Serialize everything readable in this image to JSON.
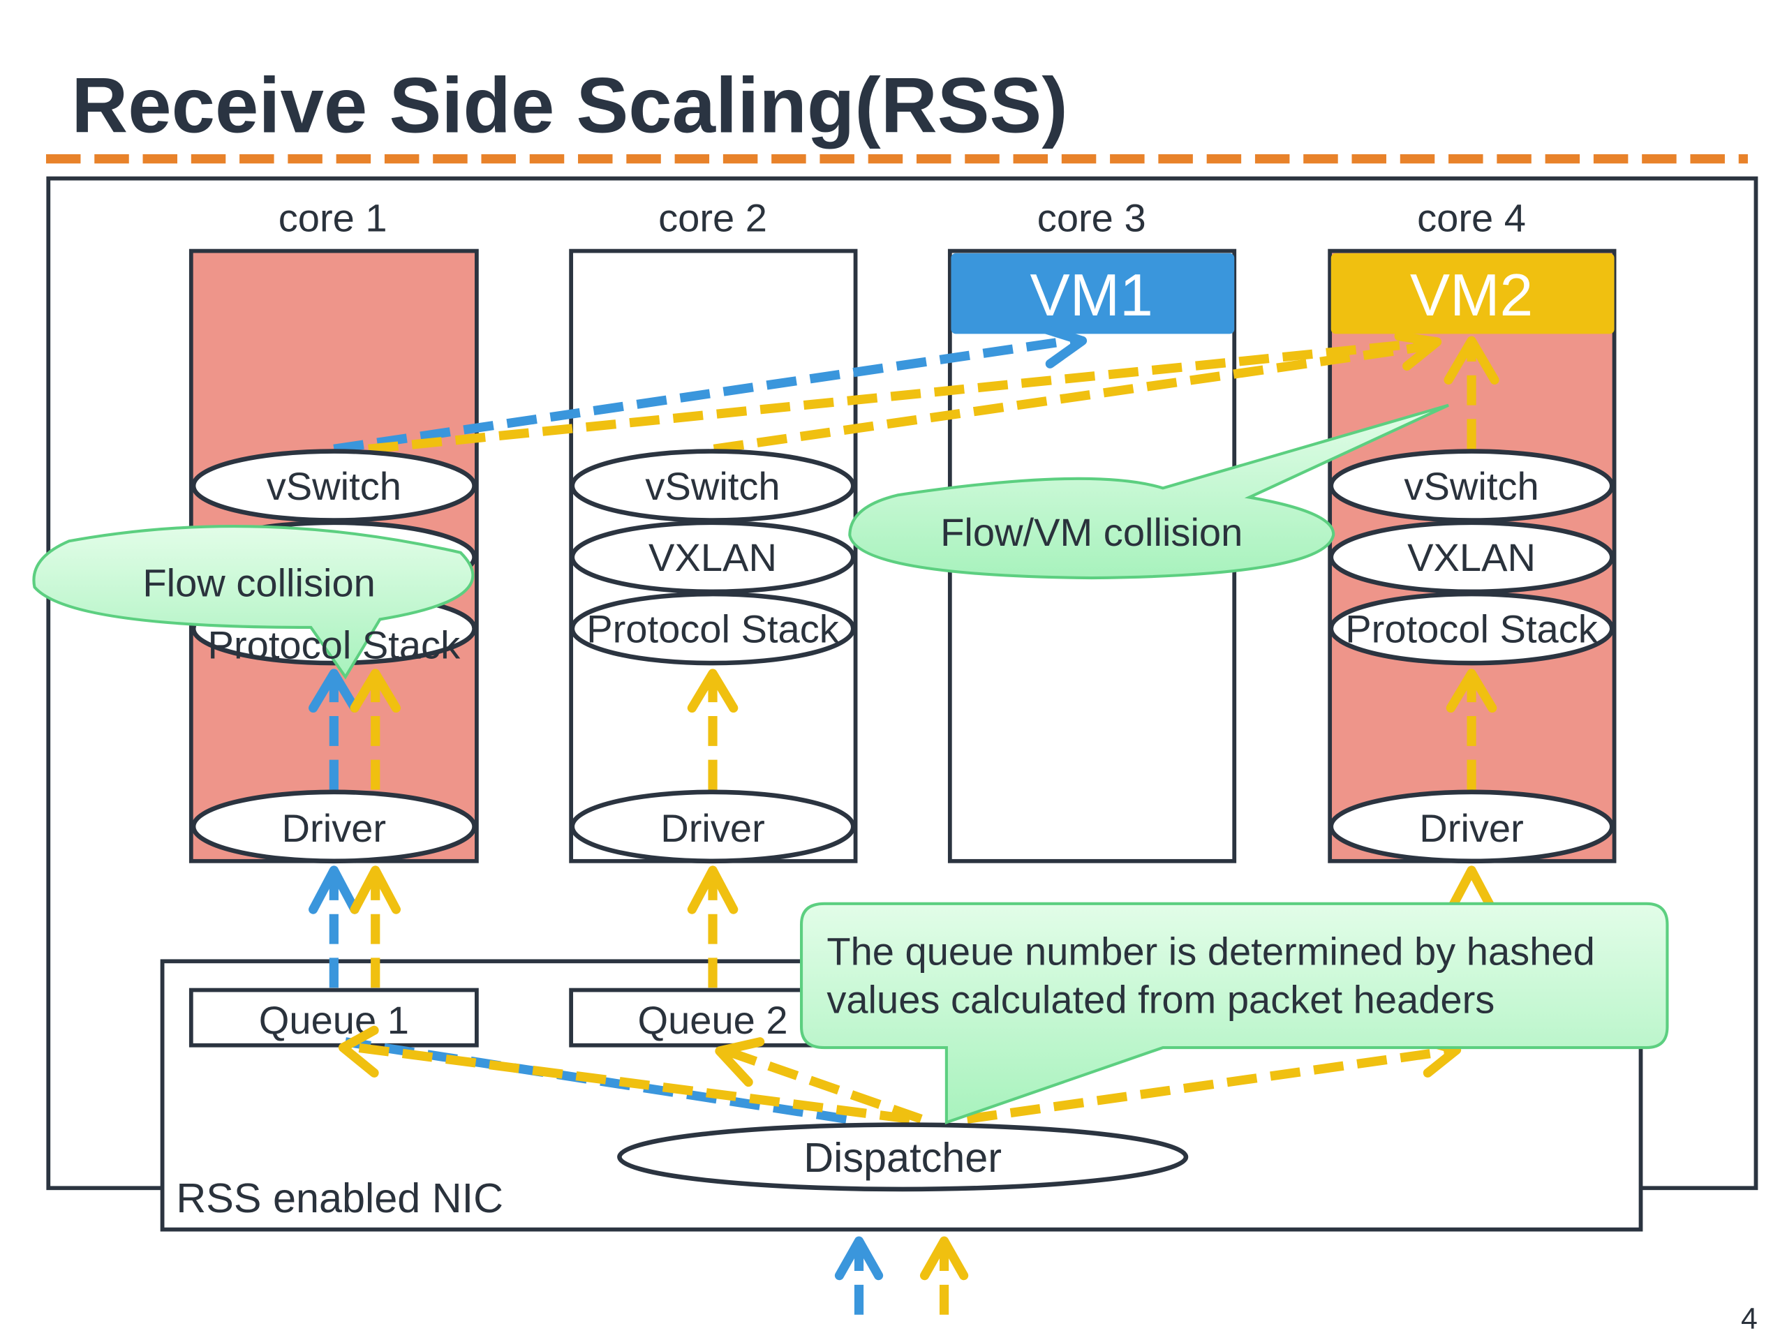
{
  "title": "Receive Side Scaling(RSS)",
  "colors": {
    "accent_orange": "#e8822a",
    "flow_blue": "#3a96dc",
    "flow_yellow": "#f0c010",
    "busy_core": "#ee958a",
    "callout_green": "#b8f5c8"
  },
  "cores": [
    {
      "label": "core 1",
      "busy": true
    },
    {
      "label": "core 2",
      "busy": false
    },
    {
      "label": "core 3",
      "busy": false,
      "vm": "VM1"
    },
    {
      "label": "core 4",
      "busy": true,
      "vm": "VM2"
    }
  ],
  "layers": {
    "vswitch": "vSwitch",
    "vxlan": "VXLAN",
    "protocol_stack": "Protocol Stack",
    "driver": "Driver"
  },
  "nic": {
    "label": "RSS enabled NIC",
    "dispatcher": "Dispatcher",
    "queues": [
      "Queue 1",
      "Queue 2"
    ]
  },
  "callouts": {
    "flow_collision": "Flow collision",
    "flow_vm_collision": "Flow/VM collision",
    "queue_note_line1": "The queue number is determined by hashed",
    "queue_note_line2": "values calculated from packet headers"
  },
  "page_number": "4"
}
